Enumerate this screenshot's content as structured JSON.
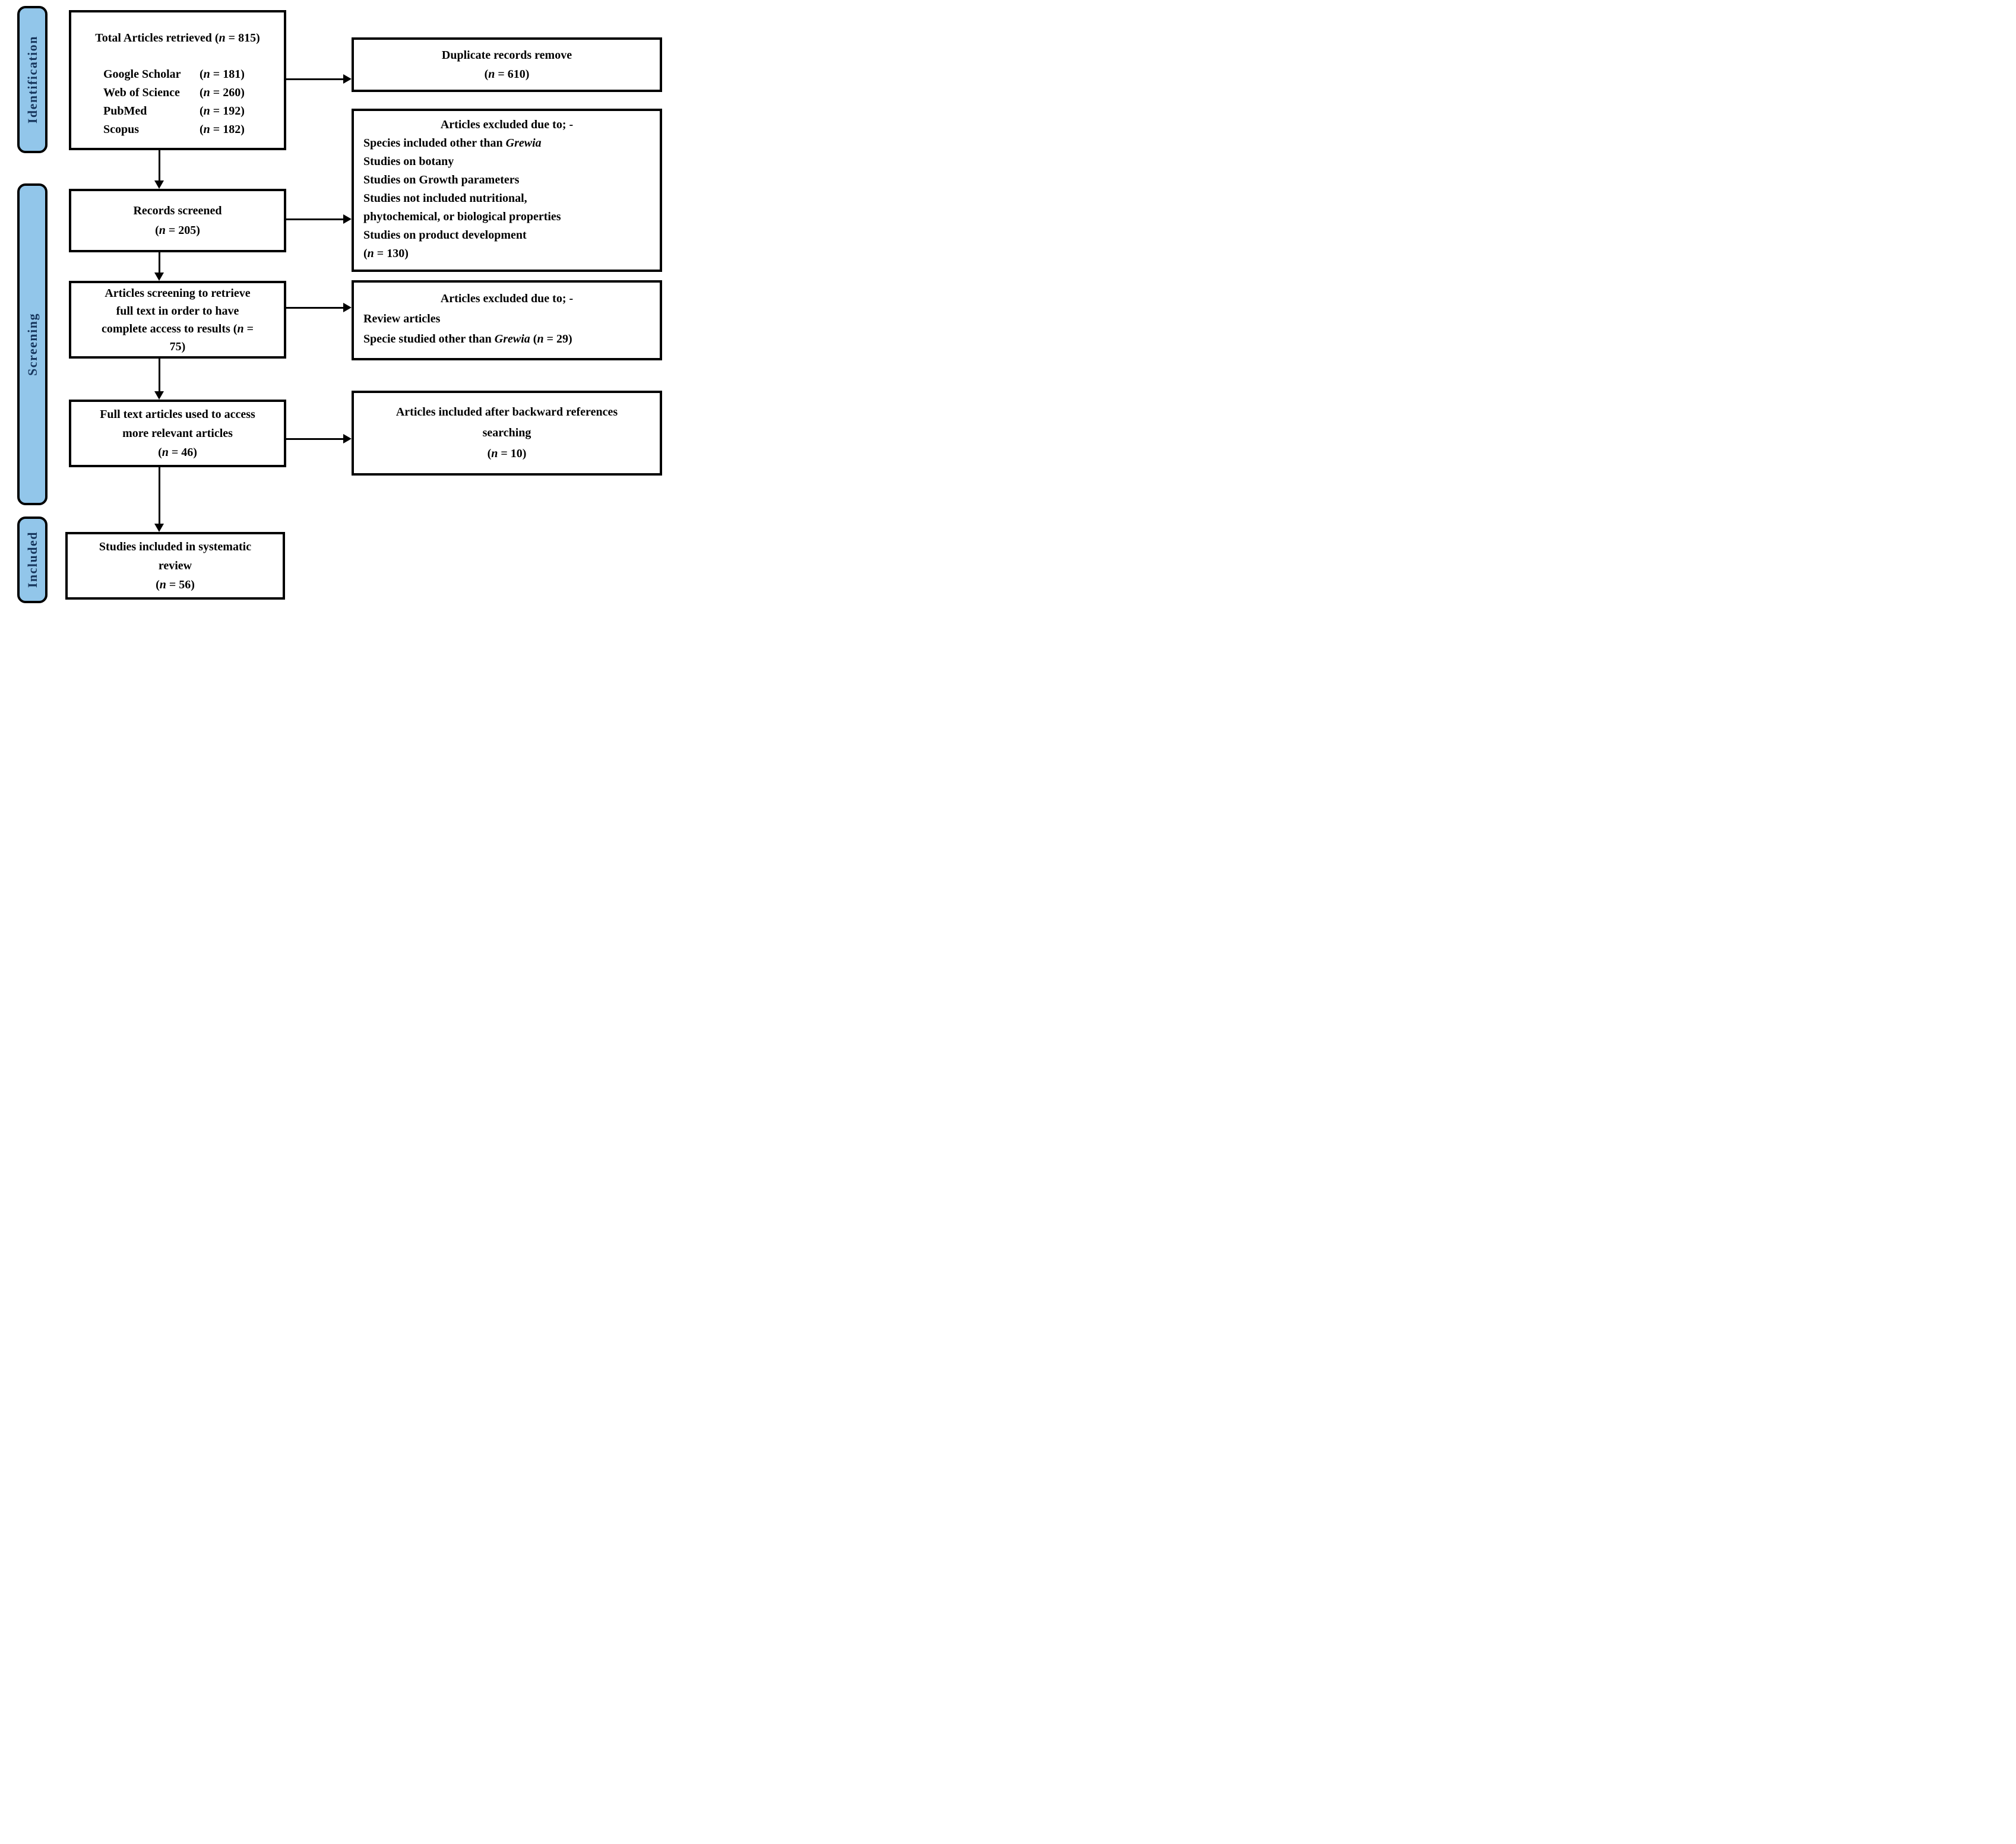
{
  "diagram": {
    "stages": [
      {
        "label": "Identification"
      },
      {
        "label": "Screening"
      },
      {
        "label": "Included"
      }
    ],
    "boxes": {
      "retrieved": {
        "title": "Total Articles retrieved (n = 815)",
        "sources": [
          {
            "name": "Google Scholar",
            "count": "(n = 181)"
          },
          {
            "name": "Web of Science",
            "count": "(n = 260)"
          },
          {
            "name": "PubMed",
            "count": "(n = 192)"
          },
          {
            "name": "Scopus",
            "count": "(n = 182)"
          }
        ]
      },
      "duplicates": {
        "lines": [
          "Duplicate records remove",
          "(n = 610)"
        ]
      },
      "screened": {
        "lines": [
          "Records screened",
          "(n = 205)"
        ]
      },
      "excluded_screening": {
        "title": "Articles excluded due to; -",
        "lines": [
          "Species included other than Grewia",
          "Studies on botany",
          "Studies on Growth parameters",
          "Studies not included nutritional,",
          "phytochemical, or biological properties",
          "Studies on product development",
          "(n = 130)"
        ]
      },
      "fulltext_screening": {
        "lines": [
          "Articles screening to retrieve",
          "full text in order to have",
          "complete access to results (n =",
          "75)"
        ]
      },
      "excluded_fulltext": {
        "title": "Articles excluded due to; -",
        "lines": [
          "Review articles",
          "Specie studied other than Grewia (n = 29)"
        ]
      },
      "fulltext_used": {
        "lines": [
          "Full text articles used to access",
          "more relevant articles",
          "(n = 46)"
        ]
      },
      "backward": {
        "lines": [
          "Articles included after backward references",
          "searching",
          "(n = 10)"
        ]
      },
      "included_final": {
        "lines": [
          "Studies included in systematic",
          "review",
          "(n = 56)"
        ]
      }
    },
    "colors": {
      "stage_fill": "#92C6EA",
      "stage_text": "#17365D",
      "line_color": "#000000",
      "box_background": "#FFFFFF"
    }
  }
}
